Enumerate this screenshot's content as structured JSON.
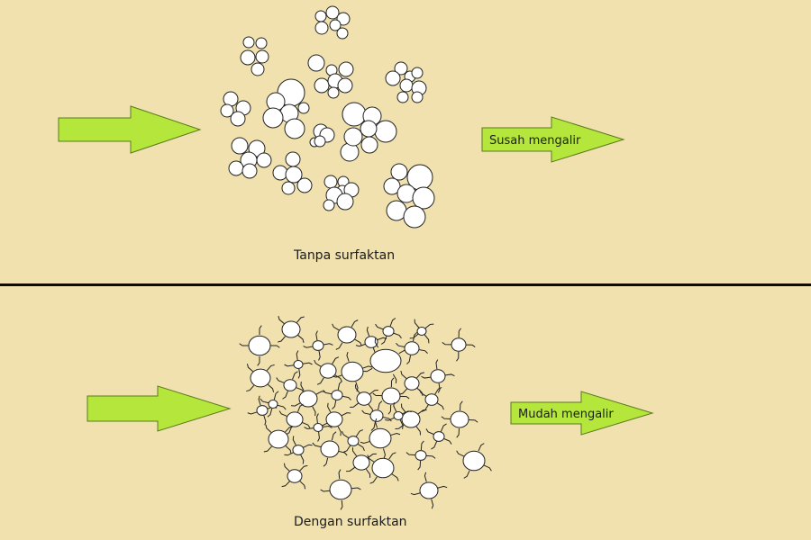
{
  "top_panel": {
    "caption": "Tanpa surfaktan",
    "arrow_label": "Susah mengalir"
  },
  "bottom_panel": {
    "caption": "Dengan surfaktan",
    "arrow_label": "Mudah mengalir"
  },
  "colors": {
    "background": "#f0e1ae",
    "arrow_fill": "#b4e63c",
    "arrow_stroke": "#5a7a1c",
    "particle_fill": "#ffffff",
    "particle_stroke": "#222222",
    "divider": "#0b0b0b"
  }
}
